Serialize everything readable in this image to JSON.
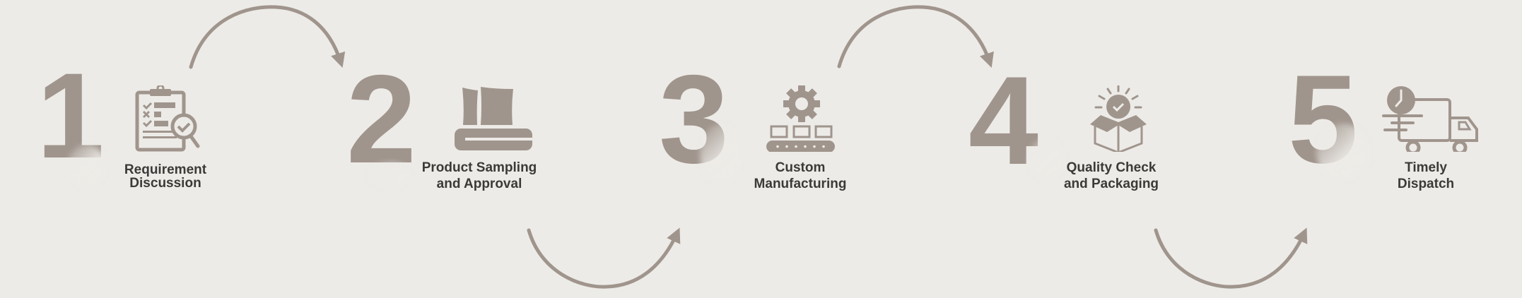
{
  "colors": {
    "background": "#edebe7",
    "accent": "#a0958d",
    "text": "#3c3a38"
  },
  "steps": [
    {
      "number": "1",
      "icon": "clipboard-checklist-search-icon",
      "label_line1": "Requirement",
      "label_line2": "Discussion"
    },
    {
      "number": "2",
      "icon": "pillows-bedding-icon",
      "label_line1": "Product Sampling",
      "label_line2": "and Approval"
    },
    {
      "number": "3",
      "icon": "gear-conveyor-icon",
      "label_line1": "Custom",
      "label_line2": "Manufacturing"
    },
    {
      "number": "4",
      "icon": "box-quality-check-icon",
      "label_line1": "Quality Check",
      "label_line2": "and Packaging"
    },
    {
      "number": "5",
      "icon": "delivery-truck-clock-icon",
      "label_line1": "Timely",
      "label_line2": "Dispatch"
    }
  ],
  "connectors": [
    {
      "from": "1",
      "to": "2",
      "position": "top"
    },
    {
      "from": "2",
      "to": "3",
      "position": "bottom"
    },
    {
      "from": "3",
      "to": "4",
      "position": "top"
    },
    {
      "from": "4",
      "to": "5",
      "position": "bottom"
    }
  ]
}
